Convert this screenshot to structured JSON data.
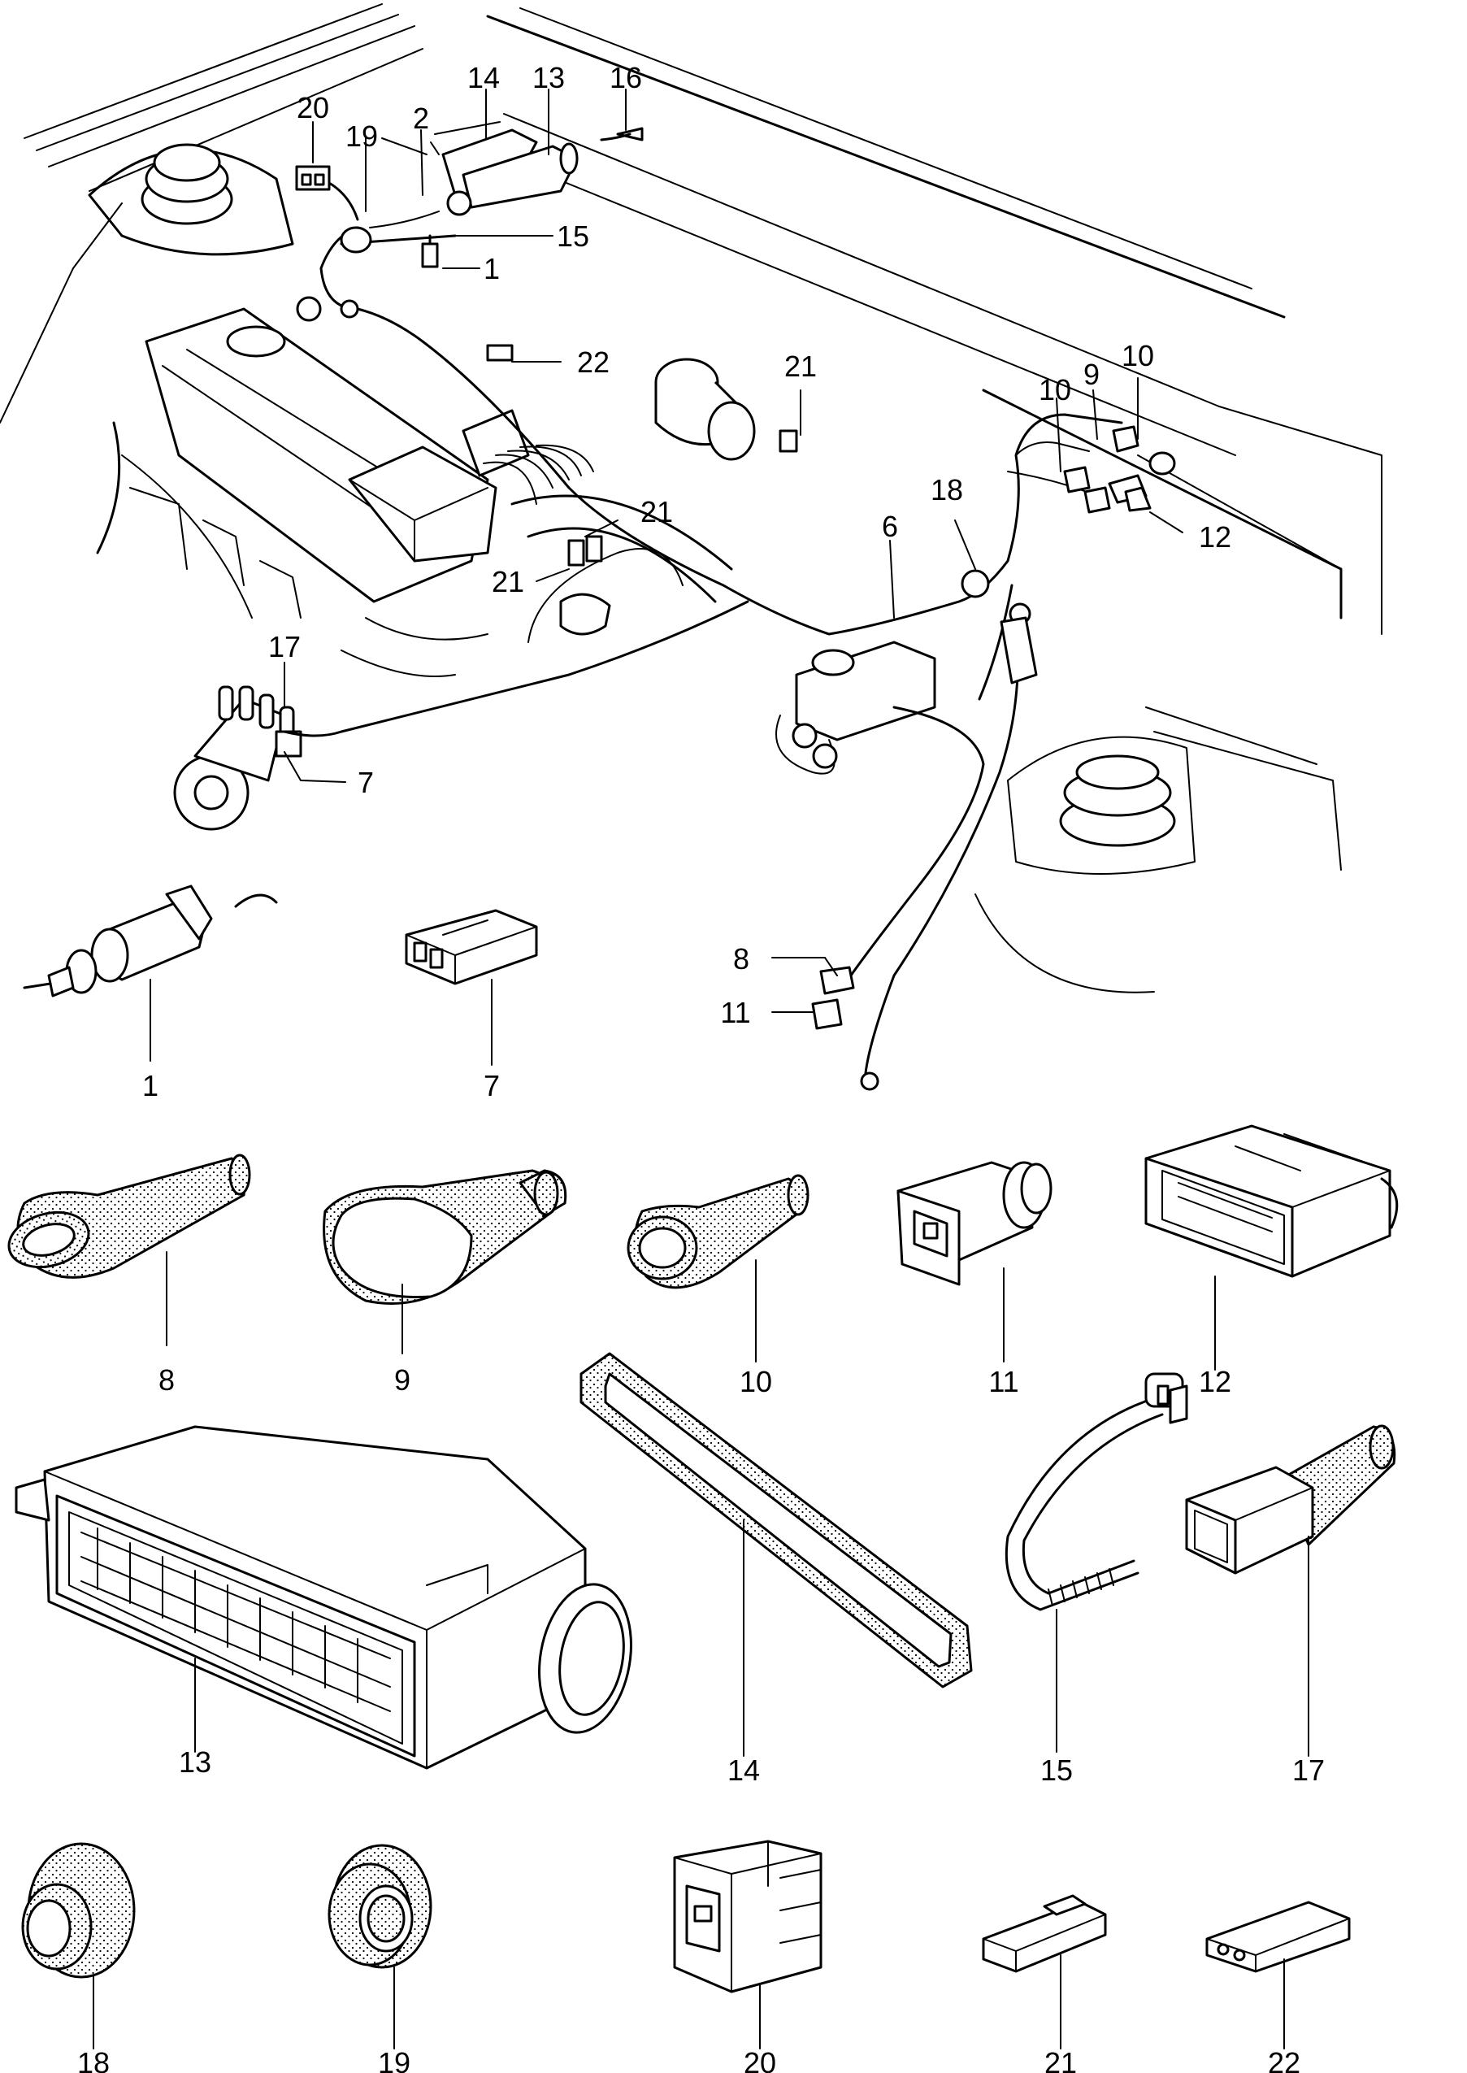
{
  "overview_callouts": [
    "20",
    "19",
    "2",
    "14",
    "13",
    "16",
    "15",
    "1",
    "22",
    "21",
    "10",
    "9",
    "10",
    "12",
    "18",
    "6",
    "21",
    "21",
    "17",
    "7",
    "8",
    "11"
  ],
  "parts": [
    {
      "number": "1",
      "icon": "switch-sensor-icon"
    },
    {
      "number": "7",
      "icon": "connector-housing-icon"
    },
    {
      "number": "8",
      "icon": "boot-icon"
    },
    {
      "number": "9",
      "icon": "oval-boot-icon"
    },
    {
      "number": "10",
      "icon": "boot-icon"
    },
    {
      "number": "11",
      "icon": "plug-connector-icon"
    },
    {
      "number": "12",
      "icon": "multi-pin-connector-icon"
    },
    {
      "number": "13",
      "icon": "control-unit-connector-icon"
    },
    {
      "number": "14",
      "icon": "gasket-seal-icon"
    },
    {
      "number": "15",
      "icon": "cable-tie-icon"
    },
    {
      "number": "17",
      "icon": "protective-cap-icon"
    },
    {
      "number": "18",
      "icon": "grommet-icon"
    },
    {
      "number": "19",
      "icon": "grommet-icon"
    },
    {
      "number": "20",
      "icon": "connector-housing-icon"
    },
    {
      "number": "21",
      "icon": "flat-connector-icon"
    },
    {
      "number": "22",
      "icon": "flat-connector-icon"
    }
  ]
}
